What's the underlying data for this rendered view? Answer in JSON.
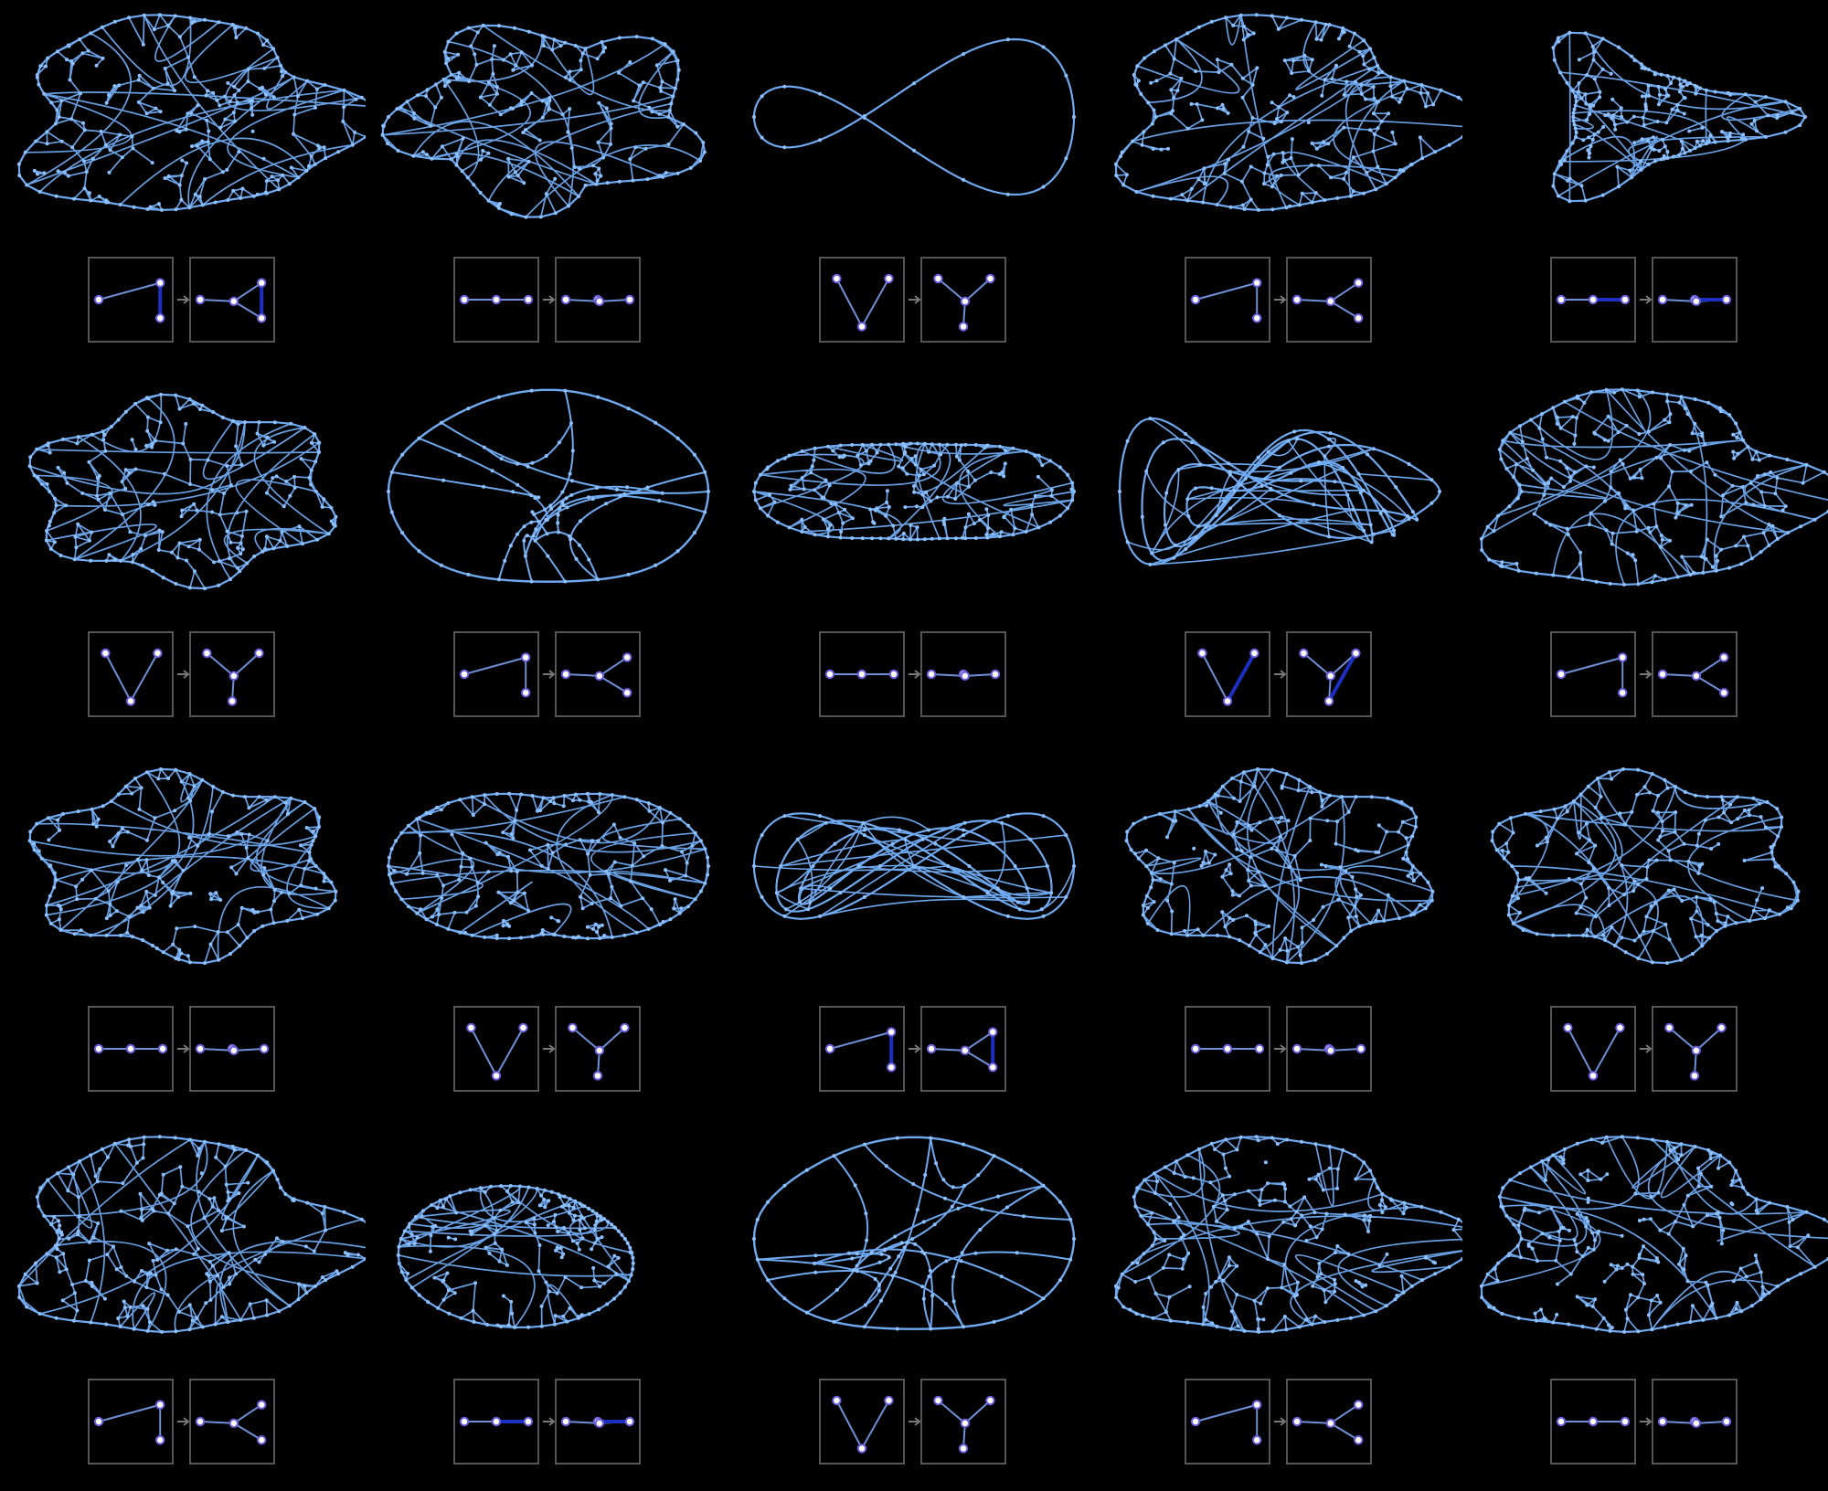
{
  "colors": {
    "background": "#000000",
    "network_edge": "#6fa9f0",
    "network_node": "#8cc0ff",
    "rule_edge": "#6f8fd8",
    "rule_edge_double": "#1d2fc2",
    "rule_node_fill": "#ffffff",
    "rule_node_stroke": "#6b5ee0",
    "rule_frame": "#555555",
    "rule_arrow": "#777777"
  },
  "cells": [
    {
      "id": 1,
      "shape": "blob"
    },
    {
      "id": 2,
      "shape": "star"
    },
    {
      "id": 3,
      "shape": "ribbon"
    },
    {
      "id": 4,
      "shape": "blob"
    },
    {
      "id": 5,
      "shape": "spike"
    },
    {
      "id": 6,
      "shape": "pinwheel"
    },
    {
      "id": 7,
      "shape": "cells"
    },
    {
      "id": 8,
      "shape": "flat"
    },
    {
      "id": 9,
      "shape": "twist"
    },
    {
      "id": 10,
      "shape": "blob"
    },
    {
      "id": 11,
      "shape": "pinwheel"
    },
    {
      "id": 12,
      "shape": "butterfly"
    },
    {
      "id": 13,
      "shape": "lemniscate"
    },
    {
      "id": 14,
      "shape": "pinwheel"
    },
    {
      "id": 15,
      "shape": "pinwheel"
    },
    {
      "id": 16,
      "shape": "blob"
    },
    {
      "id": 17,
      "shape": "wedge"
    },
    {
      "id": 18,
      "shape": "cells"
    },
    {
      "id": 19,
      "shape": "blob"
    },
    {
      "id": 20,
      "shape": "blob"
    }
  ]
}
